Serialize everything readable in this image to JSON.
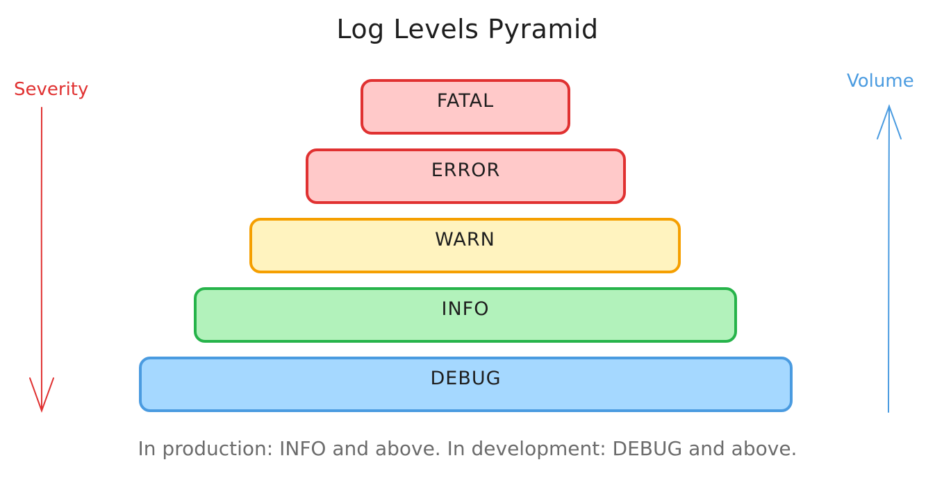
{
  "title": "Log Levels Pyramid",
  "axes": {
    "severity_label": "Severity",
    "volume_label": "Volume"
  },
  "tiers": [
    {
      "label": "FATAL"
    },
    {
      "label": "ERROR"
    },
    {
      "label": "WARN"
    },
    {
      "label": "INFO"
    },
    {
      "label": "DEBUG"
    }
  ],
  "footer": "In production: INFO and above. In development: DEBUG and above.",
  "colors": {
    "red": "#e03131",
    "red_fill": "#ffc9c9",
    "orange": "#f59f00",
    "yellow_fill": "#fff3bf",
    "green": "#26b34a",
    "green_fill": "#b2f2bb",
    "blue": "#4a9be0",
    "blue_fill": "#a5d8ff"
  }
}
